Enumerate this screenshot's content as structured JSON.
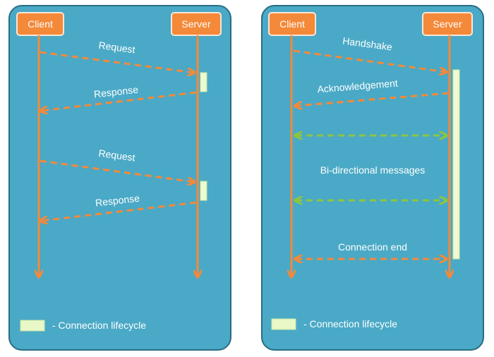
{
  "colors": {
    "panel": "#4aa9c6",
    "actor": "#f4893a",
    "request_arrow": "#f4893a",
    "bidirectional_arrow": "#8cc63f",
    "lifecycle": "#eefad2"
  },
  "left_panel": {
    "client_label": "Client",
    "server_label": "Server",
    "request_1": "Request",
    "response_1": "Response",
    "request_2": "Request",
    "response_2": "Response",
    "legend_text": "- Connection lifecycle"
  },
  "right_panel": {
    "client_label": "Client",
    "server_label": "Server",
    "handshake": "Handshake",
    "acknowledgement": "Acknowledgement",
    "bidirectional": "Bi-directional messages",
    "connection_end": "Connection end",
    "legend_text": "- Connection lifecycle"
  }
}
